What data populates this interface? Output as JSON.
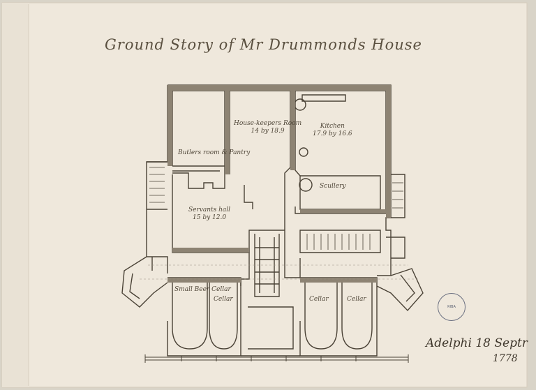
{
  "drawing": {
    "title": "Ground Story of Mr Drummonds House",
    "rooms": {
      "housekeepers_room_name": "House-keepers Room",
      "housekeepers_room_size": "14 by 18.9",
      "kitchen_name": "Kitchen",
      "kitchen_size": "17.9 by 16.6",
      "butlers_room_name": "Butlers room & Pantry",
      "scullery_name": "Scullery",
      "servants_hall_name": "Servants hall",
      "servants_hall_size": "15 by 12.0",
      "small_beer_cellar_name": "Small Beer Cellar",
      "cellar_1_name": "Cellar",
      "cellar_2_name": "Cellar",
      "cellar_3_name": "Cellar"
    },
    "signature_line_1": "Adelphi 18 Septr",
    "signature_line_2": "1778"
  },
  "stamp": {
    "text": "RIBA"
  },
  "colors": {
    "paper": "#efe8dc",
    "ink": "#4a4236",
    "wash": "#c9c0ae",
    "fold_strip": "#e8e1d3"
  }
}
